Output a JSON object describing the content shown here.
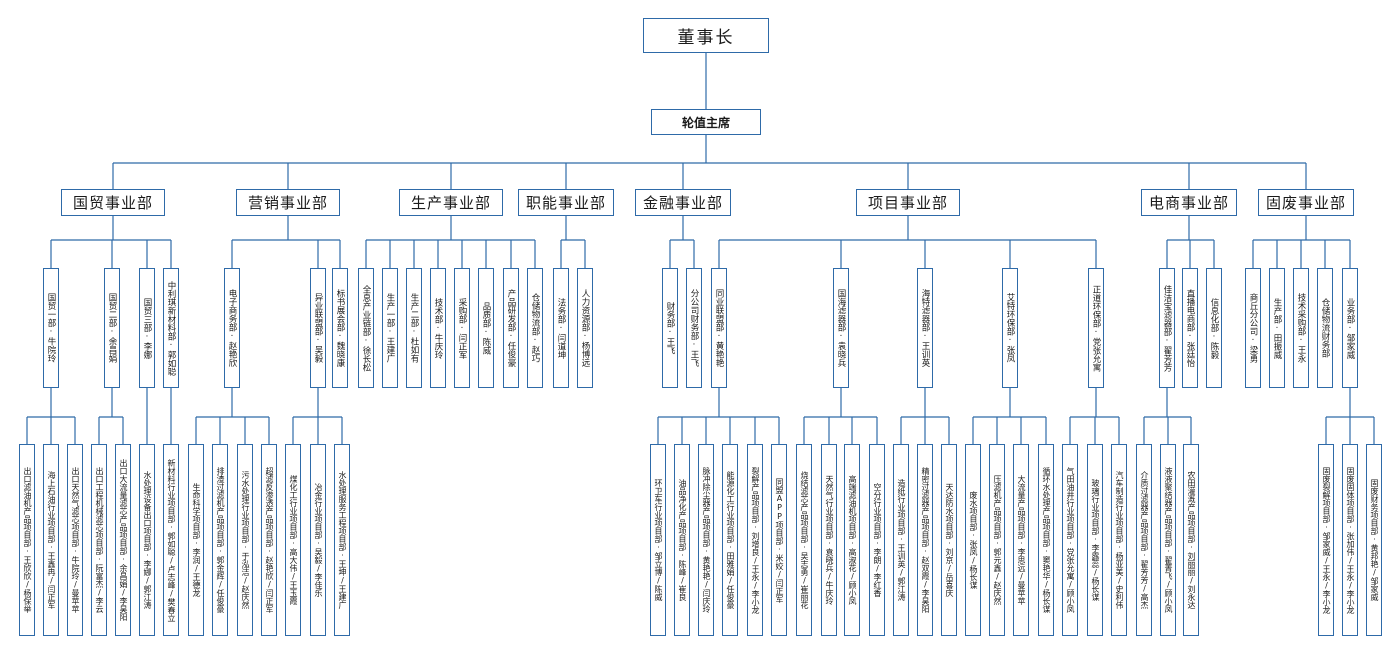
{
  "root": "董事长",
  "chair": "轮值主席",
  "divisions": [
    {
      "name": "国贸事业部",
      "children": [
        {
          "name": "国贸一部·牛院玲",
          "children": [
            "出口滤油机产品项目部·王欣欣/杨保举",
            "海上石油行业项目部·王鑫冉/闫正军",
            "出口天然气滤芯项目部·牛院玲/曼苹苹"
          ]
        },
        {
          "name": "国贸二部·余昌娟",
          "children": [
            "出口工程机械滤芯项目部·阮富杰/李云",
            "出口大流量滤芯产品项目部·余昌娟/李昊阳"
          ]
        },
        {
          "name": "国贸三部·李娜",
          "children": [
            "水处理设备出口项目部·李娜/郭江涛"
          ]
        },
        {
          "name": "中利琪新材料部·郭如聪",
          "children": [
            "新材料行业项目部·郭如聪/卢志峰/樊春立"
          ]
        }
      ]
    },
    {
      "name": "营销事业部",
      "children": [
        {
          "name": "电子商务部·赵艳欣",
          "children": [
            "生命科学项目部·李润/王德龙",
            "排渣过滤机产品项目部·郭金辉/任俊豪",
            "污水处理行业项目部·于泓洁/赵庆然",
            "超滤反渗透产品项目部·赵艳欣/闫正军"
          ]
        },
        {
          "name": "异业联盟部·吴毅",
          "children": [
            "煤化工行业项目部·高大伟/王玉霞",
            "冶金行业项目部·吴毅/李佳乐",
            "水处理服务工程项目部·王坤/王建广"
          ]
        },
        {
          "name": "标书展会部·魏晓康",
          "children": []
        }
      ]
    },
    {
      "name": "生产事业部",
      "children": [
        {
          "name": "全息产业链部·徐长松",
          "children": []
        },
        {
          "name": "生产一部·王建广",
          "children": []
        },
        {
          "name": "生产二部·杜如有",
          "children": []
        },
        {
          "name": "技术部·牛庆玲",
          "children": []
        },
        {
          "name": "采购部·闫正军",
          "children": []
        },
        {
          "name": "品质部·陈威",
          "children": []
        },
        {
          "name": "产品研发部·任俊豪",
          "children": []
        },
        {
          "name": "仓储物流部·赵巧",
          "children": []
        }
      ]
    },
    {
      "name": "职能事业部",
      "children": [
        {
          "name": "法务部·闫道坤",
          "children": []
        },
        {
          "name": "人力资源部·杨博远",
          "children": []
        }
      ]
    },
    {
      "name": "金融事业部",
      "children": [
        {
          "name": "财务部·王飞",
          "children": []
        },
        {
          "name": "分公司财务部·王飞",
          "children": []
        }
      ]
    },
    {
      "name": "项目事业部",
      "children": [
        {
          "name": "同业联盟部·黄艳艳",
          "children": [
            "环卫车行业项目部·邹立博/陈威",
            "油品净化产品项目部·陈峰/崔良",
            "脉冲除尘器产品项目部·黄艳艳/闫庆玲",
            "能源化工行业项目部·田雅娟/任俊豪",
            "裂解产品项目部·刘增良/王永/李小龙",
            "同盟APP项目部·米姣/闫正军"
          ]
        },
        {
          "name": "国海滤器部·袁晓兵",
          "children": [
            "烧结滤芯产品项目部·吴志勇/崔丽花",
            "天然气行业项目部·袁晓兵/牛庆玲",
            "高端滤油机项目部·高淑花/顾小凤",
            "空分行业项目部·李朗/李红香"
          ]
        },
        {
          "name": "海特滤器部·王训英",
          "children": [
            "造纸行业项目部·王训英/郭江涛",
            "精密过滤器产品项目部·赵双霞/李昊阳",
            "天达防水项目部·刘京/岳喜庆"
          ]
        },
        {
          "name": "艾特环保部·张凤",
          "children": [
            "废水项目部·张凤/杨长谋",
            "压滤机产品项目部·郭元鑫/赵庆然",
            "大流量产品项目部·李思远/曼苹苹",
            "循环水处理产品项目部·窦艳华/杨长谋"
          ]
        },
        {
          "name": "正道环保部·党张允寓",
          "children": [
            "气田油井行业项目部·党张允寓/顾小凤",
            "玻璃行业项目部·李露蕊/杨长谋",
            "汽车制造行业项目部·杨亚美/史利伟"
          ]
        }
      ]
    },
    {
      "name": "电商事业部",
      "children": [
        {
          "name": "佳洁宝滤器部·翟芳芳",
          "children": [
            "介质过滤器产品项目部·翟芳芳/高杰",
            "液液聚结器产品项目部·翟菁飞/顾小凤",
            "农田灌溉产品项目部·刘丽丽/刘永达"
          ]
        },
        {
          "name": "直播电商部·张廷怡",
          "children": []
        },
        {
          "name": "信息化部·陈毅",
          "children": []
        }
      ]
    },
    {
      "name": "固废事业部",
      "children": [
        {
          "name": "商丘分公司·梁勇",
          "children": []
        },
        {
          "name": "生产部·田振威",
          "children": []
        },
        {
          "name": "技术采购部·王永",
          "children": []
        },
        {
          "name": "仓储物流财务部",
          "children": []
        },
        {
          "name": "业务部·邹家威",
          "children": [
            "固废裂解项目部·邹家威/王永/李小龙",
            "固废固体项目部·张加伟/王永/李小龙",
            "固废财务项目部·黄邦艳/邹家威"
          ]
        }
      ]
    }
  ]
}
